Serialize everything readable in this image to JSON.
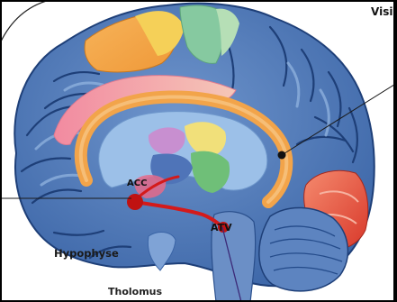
{
  "labels": {
    "visual": "Visi",
    "acc": "ACC",
    "atv": "ATV",
    "hypophyse": "Hypophyse",
    "thalamus": "Tholomus"
  },
  "colors": {
    "cortex_blue": "#3f6fb0",
    "gyrus_light": "#7aa0d2",
    "sulcus_dark": "#1e3f78",
    "orange_band": "#f2a44a",
    "pink_region": "#ef9aa8",
    "yellow_region": "#f4c64a",
    "green_region": "#7cc48a",
    "red_region": "#e8503a",
    "red_pathway": "#d41a1a",
    "lilac_region": "#c88fd0",
    "background": "#ffffff",
    "border": "#000000"
  },
  "icons": [
    "brain-sagittal-illustration"
  ]
}
